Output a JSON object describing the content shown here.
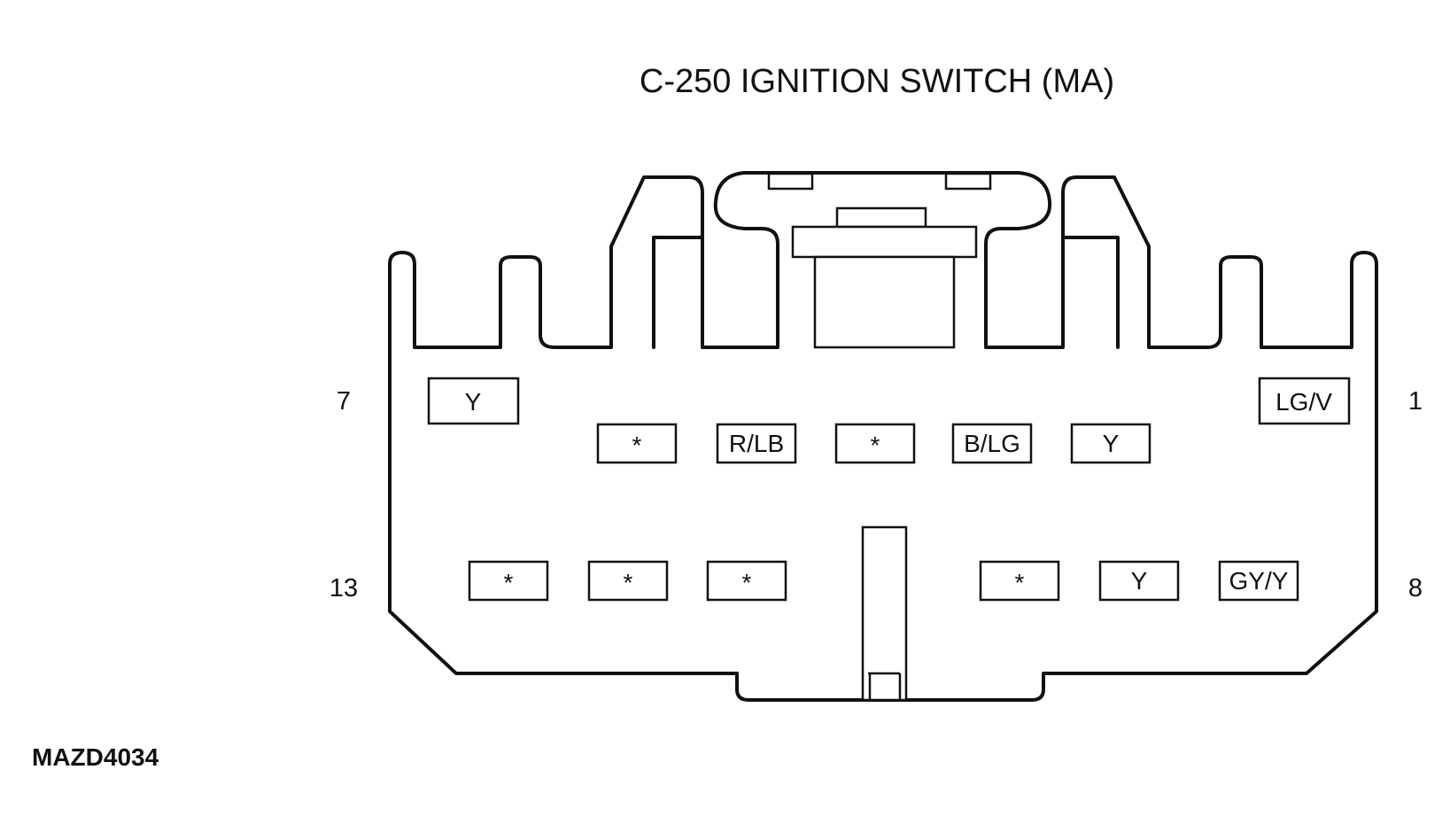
{
  "title": "C-250 IGNITION SWITCH (MA)",
  "figure_code": "MAZD4034",
  "pin_numbers": {
    "top_left": "7",
    "top_right": "1",
    "bottom_left": "13",
    "bottom_right": "8"
  },
  "top_row": {
    "outer_left": "Y",
    "outer_right": "LG/V",
    "inner": [
      "*",
      "R/LB",
      "*",
      "B/LG",
      "Y"
    ]
  },
  "bottom_row": {
    "left_group": [
      "*",
      "*",
      "*"
    ],
    "right_group": [
      "*",
      "Y",
      "GY/Y"
    ]
  },
  "colors": {
    "line": "#111111",
    "background": "#ffffff"
  }
}
